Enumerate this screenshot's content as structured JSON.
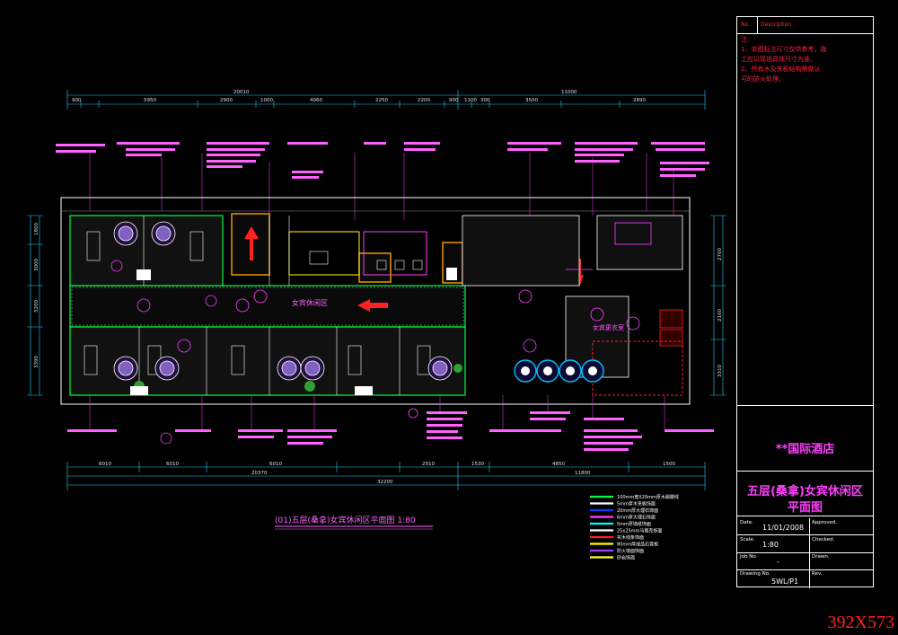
{
  "drawing_caption": "(01)五层(桑拿)女宾休闲区平面图 1:80",
  "image_size_label": "392X573",
  "title_block": {
    "no_label": "No.",
    "description_label": "Description.",
    "notes_title": "注:",
    "notes": [
      "1、本图标注尺寸仅供参考，施",
      "   工应以现场具体尺寸为准。",
      "2、所有木及夹板结构需做认",
      "   可的防火处理。"
    ],
    "hotel_name": "**国际酒店",
    "sheet_title_line1": "五层(桑拿)女宾休闲区",
    "sheet_title_line2": "平面图",
    "date_label": "Date.",
    "date_value": "11/01/2008",
    "approved_label": "Approved.",
    "scale_label": "Scale.",
    "scale_value": "1:80",
    "checked_label": "Checked.",
    "job_label": "Job No.",
    "job_value": "-",
    "drawn_label": "Drawn.",
    "drawing_no_label": "Drawing No.",
    "drawing_no_value": "5WL/P1",
    "rev_label": "Rev."
  },
  "dimensions_top_total": [
    "20010",
    "11000"
  ],
  "dimensions_top": [
    "900",
    "5950",
    "2900",
    "1000",
    "4060",
    "2250",
    "2200",
    "900",
    "1100",
    "300",
    "3500",
    "2890"
  ],
  "dimensions_bottom": [
    "6010",
    "6010",
    "6010",
    "2910",
    "1530",
    "4850",
    "1500"
  ],
  "dimensions_bottom_total": [
    "20370",
    "11800",
    "32200"
  ],
  "dimensions_left": [
    "1800",
    "3000",
    "3200",
    "3390"
  ],
  "dimensions_right": [
    "2700",
    "2100",
    "3310"
  ],
  "room_labels": {
    "lounge": "女宾休闲区",
    "locker": "女宾更衣室"
  },
  "legend": [
    {
      "text": "100mm宽X20mm厚木踢脚线",
      "color": "#00ff40"
    },
    {
      "text": "5mm厚木夹板饰面",
      "color": "#ffffff"
    },
    {
      "text": "20mm厚大理石饰面",
      "color": "#0040ff"
    },
    {
      "text": "6mm厚大理石饰面",
      "color": "#ff40ff"
    },
    {
      "text": "5mm厚墙纸饰面",
      "color": "#00ffff"
    },
    {
      "text": "25x25mm马赛克饰面",
      "color": "#ffffff"
    },
    {
      "text": "实木线条饰面",
      "color": "#ff2020"
    },
    {
      "text": "80mm厚成品石膏板",
      "color": "#ffff00"
    },
    {
      "text": "防火墙面饰面",
      "color": "#a040ff"
    },
    {
      "text": "砂岩饰面",
      "color": "#ffff40"
    }
  ]
}
